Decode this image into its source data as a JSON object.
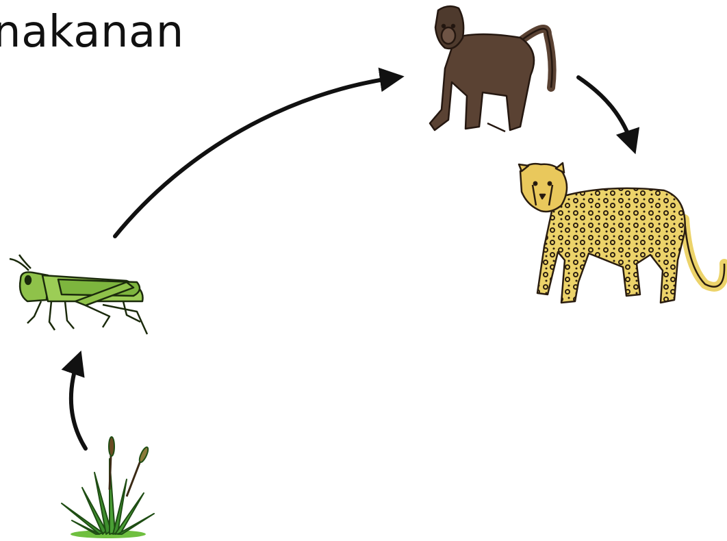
{
  "title": {
    "text": "nakanan"
  },
  "food_chain": {
    "organisms": [
      {
        "id": "grass",
        "icon": "grass-icon",
        "color": "#3e8f2e"
      },
      {
        "id": "grasshopper",
        "icon": "grasshopper-icon",
        "color": "#8fc24a"
      },
      {
        "id": "baboon",
        "icon": "baboon-icon",
        "color": "#5a4233"
      },
      {
        "id": "cheetah",
        "icon": "cheetah-icon",
        "color": "#e9c85c"
      }
    ],
    "links": [
      {
        "from": "grass",
        "to": "grasshopper"
      },
      {
        "from": "grasshopper",
        "to": "baboon"
      },
      {
        "from": "baboon",
        "to": "cheetah"
      }
    ],
    "arrow_color": "#111111"
  }
}
